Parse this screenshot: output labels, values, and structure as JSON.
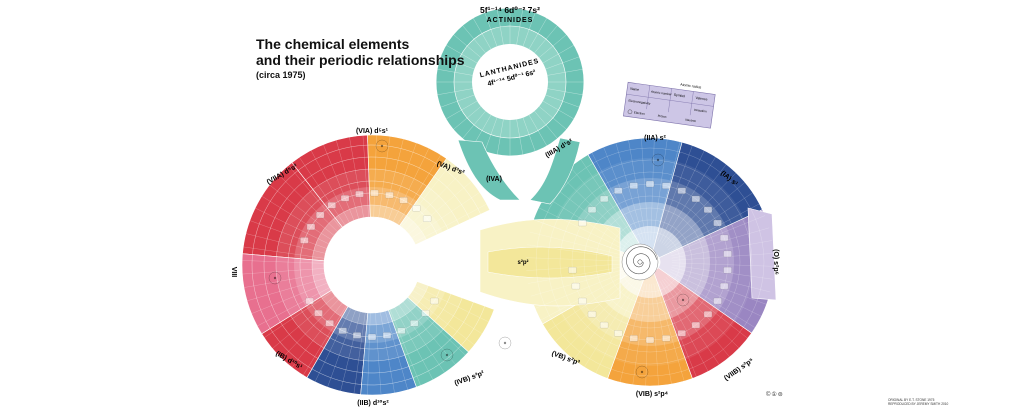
{
  "header": {
    "title_line1": "The chemical elements",
    "title_line2": "and  their periodic relationships",
    "subtitle": "(circa 1975)"
  },
  "blocks": {
    "actinides": "ACTINIDES",
    "actinides_config": "5f¹⁻¹⁴ 6d⁰⁻² 7s²",
    "lanthanides": "LANTHANIDES",
    "lanthanides_config": "4f¹⁻¹⁴ 5d⁰⁻¹ 6s²"
  },
  "groups": {
    "via": "(VIA) d⁵s¹",
    "va": "(VA) d³s²",
    "iva": "(IVA)",
    "iiia": "(IIIA) d¹s²",
    "iia": "(IIA) s²",
    "ia": "(IA) s¹",
    "viia": "(VIIA) d⁵s²",
    "viii": "VIII",
    "ib": "(IB) d¹⁰s¹",
    "iib": "(IIB) d¹⁰s²",
    "ivb": "(IVB) s²p²",
    "vb": "(VB) s²p³",
    "vib": "(VIB) s²p⁴",
    "viib": "(VIIB) s²p⁵",
    "o": "(O) s²p⁶",
    "center": "s²p²"
  },
  "legend": {
    "title": "Atomic radius",
    "row1_a": "Name",
    "row1_b": "Atomic number",
    "row1_c": "Symbol",
    "row1_d": "Valence",
    "row2_a": "Electronegativity",
    "row2_b": "Ionisation",
    "row3_a": "Electron",
    "row3_b": "Proton",
    "row3_c": "Neutron"
  },
  "footer": {
    "credit_line1": "ORIGINAL BY E.T. STONE 1975",
    "credit_line2": "REPRODUCED BY JEREMY SMITH 2010",
    "cc": "©①⊜"
  },
  "colors": {
    "red": "#d93a48",
    "pink": "#e8708f",
    "orange": "#f4a33c",
    "yellow": "#f3e79a",
    "pale_yellow": "#f8f2c5",
    "teal": "#6cc3b4",
    "blue": "#4e86c8",
    "navy": "#2e4f94",
    "violet": "#9a86c2",
    "lavender": "#cfc3e4"
  }
}
